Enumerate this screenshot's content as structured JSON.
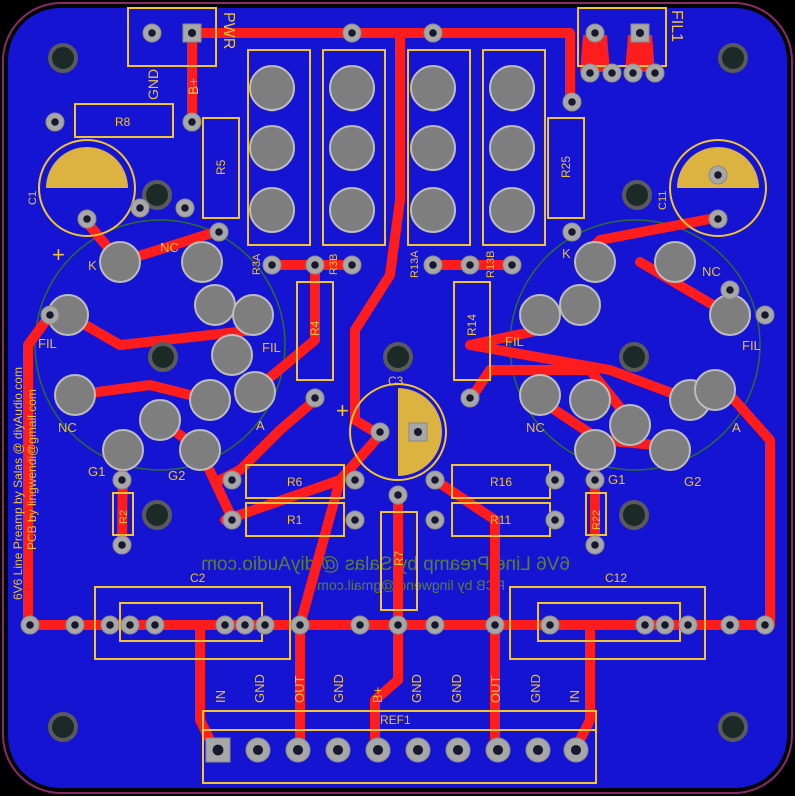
{
  "board": {
    "colors": {
      "substrate": "#1414d2",
      "copper": "#ff1c1c",
      "silkscreen": "#f2c431",
      "outline": "#8a2a6a",
      "pad": "#a7a7a7"
    },
    "vertical_credit": [
      "6V6 Line Preamp by Salas @ diyAudio.com",
      "PCB by lingwendi@gmail.com"
    ],
    "mirrored_credit": [
      "6V6 Line Preamp by Salas @ diyAudio.com",
      "PCB by lingwendi@gmail.com"
    ]
  },
  "connectors": {
    "power": {
      "ref": "PWR",
      "pins": [
        "GND",
        "B+"
      ]
    },
    "filament": {
      "ref": "FIL1"
    },
    "output": {
      "ref": "REF1",
      "pins": [
        "IN",
        "GND",
        "OUT",
        "GND",
        "B+",
        "GND",
        "GND",
        "OUT",
        "GND",
        "IN"
      ]
    }
  },
  "resistors": {
    "r8": "R8",
    "r5": "R5",
    "r25": "R25",
    "r4": "R4",
    "r14": "R14",
    "r6": "R6",
    "r16": "R16",
    "r1": "R1",
    "r11": "R11",
    "r7": "R7",
    "r2": "R2",
    "r22": "R22",
    "r3a": "R3A",
    "r3b": "R3B",
    "r13a": "R13A",
    "r13b": "R13B"
  },
  "capacitors": {
    "c1": "C1",
    "c11": "C11",
    "c3": "C3",
    "c2": "C2",
    "c12": "C12",
    "plus": "+"
  },
  "tubes": {
    "left": {
      "k": "K",
      "nc1": "NC",
      "fil1": "FIL",
      "fil2": "FIL",
      "nc2": "NC",
      "g1": "G1",
      "g2": "G2",
      "a": "A"
    },
    "right": {
      "k": "K",
      "nc1": "NC",
      "fil1": "FIL",
      "fil2": "FIL",
      "nc2": "NC",
      "g1": "G1",
      "g2": "G2",
      "a": "A"
    }
  }
}
